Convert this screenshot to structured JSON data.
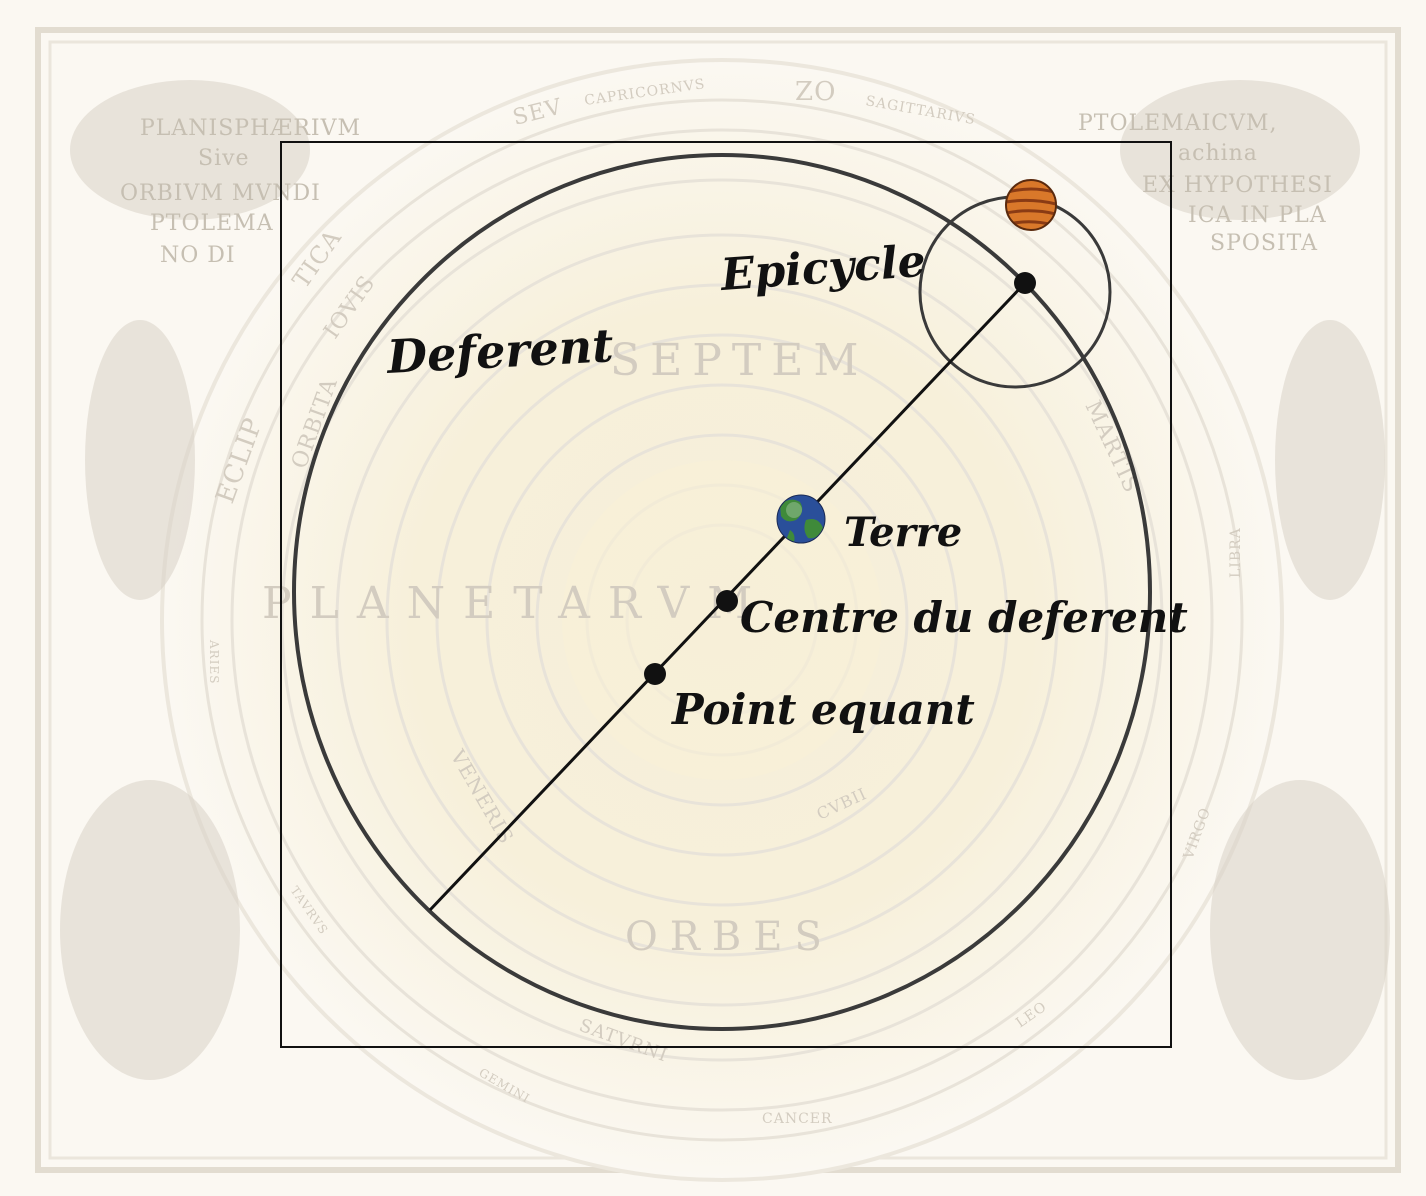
{
  "background": {
    "header_left": [
      "PLANISPHÆRIVM",
      "Sive",
      "ORBIVM MVNDI",
      "PTOLEMA",
      "NO DI"
    ],
    "header_right": [
      "PTOLEMAICVM,",
      "achina",
      "EX HYPOTHESI",
      "ICA IN PLA",
      "SPOSITA"
    ],
    "ring_texts": [
      "SEV",
      "CAPRICORNVS",
      "ZO",
      "SAGITTARIVS",
      "SEPTEM",
      "PLANETARVM",
      "ORBES",
      "CANCER",
      "VIRGO",
      "LIBRA",
      "LEO",
      "GEMINI",
      "TAVRVS",
      "ARIES",
      "ECLIP",
      "TICA",
      "ORBITA",
      "IOVIS",
      "MARTIS",
      "VENERIS",
      "SATVRNI",
      "CVBII"
    ],
    "colors": {
      "paper": "#fbf8f2",
      "faded_ink": "#cfc8bc",
      "ring": "#e6e1d8"
    }
  },
  "diagram": {
    "labels": {
      "epicycle": "Epicycle",
      "deferent": "Deferent",
      "terre": "Terre",
      "centre_deferent": "Centre du deferent",
      "point_equant": "Point equant"
    },
    "colors": {
      "ink": "#111111",
      "planet": "#d9782a",
      "planet_band": "#8a3b14",
      "earth_ocean": "#2a4f9a",
      "earth_land": "#3f8a3a"
    }
  }
}
